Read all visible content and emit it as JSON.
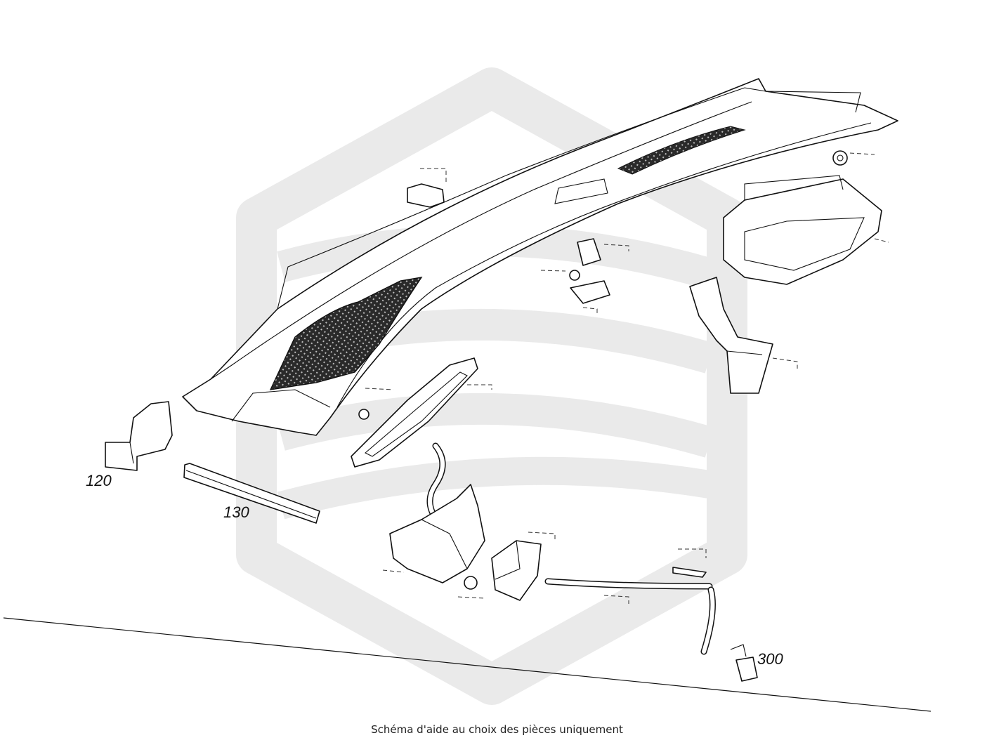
{
  "callouts": {
    "part_120": "120",
    "part_130": "130",
    "part_300": "300"
  },
  "caption": "Schéma d'aide au choix des pièces uniquement",
  "colors": {
    "line": "#111111",
    "watermark": "#e6e6e6",
    "mesh": "#2a2a2a",
    "background": "#ffffff"
  },
  "icons": {
    "watermark": "hexagon-logo-watermark"
  }
}
